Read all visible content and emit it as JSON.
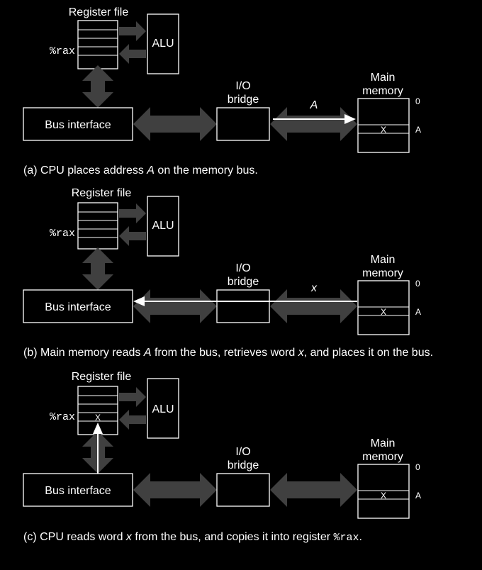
{
  "panels": [
    {
      "register_file_label": "Register file",
      "rax_label": "%rax",
      "rax_content": "",
      "alu_label": "ALU",
      "bus_interface_label": "Bus interface",
      "io_bridge_line1": "I/O",
      "io_bridge_line2": "bridge",
      "main_memory_line1": "Main",
      "main_memory_line2": "memory",
      "addr_0_label": "0",
      "addr_a_label": "A",
      "mem_cell_content": "X",
      "bus_label": "A",
      "caption_parts": [
        {
          "text": "(a) CPU places address ",
          "style": "normal"
        },
        {
          "text": "A",
          "style": "italic"
        },
        {
          "text": " on the memory bus.",
          "style": "normal"
        }
      ]
    },
    {
      "register_file_label": "Register file",
      "rax_label": "%rax",
      "rax_content": "",
      "alu_label": "ALU",
      "bus_interface_label": "Bus interface",
      "io_bridge_line1": "I/O",
      "io_bridge_line2": "bridge",
      "main_memory_line1": "Main",
      "main_memory_line2": "memory",
      "addr_0_label": "0",
      "addr_a_label": "A",
      "mem_cell_content": "X",
      "bus_label": "x",
      "caption_parts": [
        {
          "text": "(b) Main memory reads ",
          "style": "normal"
        },
        {
          "text": "A",
          "style": "italic"
        },
        {
          "text": " from the bus, retrieves word ",
          "style": "normal"
        },
        {
          "text": "x",
          "style": "italic"
        },
        {
          "text": ", and places it on the bus.",
          "style": "normal"
        }
      ]
    },
    {
      "register_file_label": "Register file",
      "rax_label": "%rax",
      "rax_content": "X",
      "alu_label": "ALU",
      "bus_interface_label": "Bus interface",
      "io_bridge_line1": "I/O",
      "io_bridge_line2": "bridge",
      "main_memory_line1": "Main",
      "main_memory_line2": "memory",
      "addr_0_label": "0",
      "addr_a_label": "A",
      "mem_cell_content": "X",
      "bus_label": "",
      "caption_parts": [
        {
          "text": "(c) CPU reads word ",
          "style": "normal"
        },
        {
          "text": "x",
          "style": "italic"
        },
        {
          "text": " from the bus, and copies it into register ",
          "style": "normal"
        },
        {
          "text": "%rax",
          "style": "mono"
        },
        {
          "text": ".",
          "style": "normal"
        }
      ]
    }
  ]
}
